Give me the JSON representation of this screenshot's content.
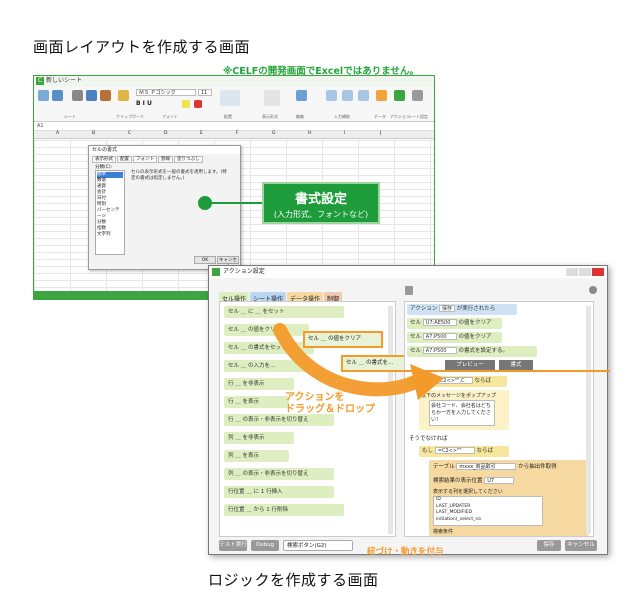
{
  "captions": {
    "top": "画面レイアウトを作成する画面",
    "bottom": "ロジックを作成する画面",
    "note": "※CELFの開発画面でExcelではありません。",
    "drag_drop": "アクションを\nドラッグ＆ドロップ",
    "bind_motion": "紐づけ・動きを付与"
  },
  "colors": {
    "brand_green": "#1e9b3a",
    "accent_orange": "#f39a2a",
    "excel_green": "#3da53f"
  },
  "spreadsheet": {
    "title": "新しいシート",
    "font_name": "ＭＳ Ｐゴシック",
    "font_size": "11",
    "ribbon_groups": [
      "シート",
      "クリップボード",
      "フォント",
      "配置",
      "表示形式",
      "編集",
      "入力補助",
      "データ",
      "アクション",
      "シート設定"
    ],
    "name_box": "A1",
    "columns": [
      "A",
      "B",
      "C",
      "D",
      "E",
      "F",
      "G",
      "H",
      "I",
      "J"
    ]
  },
  "format_dialog": {
    "title": "セルの書式",
    "tabs": [
      "表示形式",
      "配置",
      "フォント",
      "罫線",
      "塗りつぶし"
    ],
    "list_label": "分類(C):",
    "list_items": [
      "標準",
      "数値",
      "通貨",
      "会計",
      "日付",
      "時刻",
      "パーセンテージ",
      "分数",
      "指数",
      "文字列"
    ],
    "selected_index": 0,
    "description": "セルの表示形式を一般の書式を適用します。(特定の書式は指定しません。)",
    "ok": "OK",
    "cancel": "キャンセル"
  },
  "callout": {
    "title": "書式設定",
    "subtitle": "(入力形式、フォントなど)"
  },
  "action_window": {
    "title": "アクション設定",
    "tabs": [
      "セル操作",
      "シート操作",
      "データ操作",
      "制御"
    ],
    "left_blocks": [
      "セル ＿ に ＿ をセット",
      "セル ＿ の値をクリア",
      "セル ＿ の書式をセット",
      "セル ＿ の入力を…",
      "行 ＿ を非表示",
      "行 ＿ を表示",
      "行 ＿ の表示・非表示を切り替え",
      "列 ＿ を非表示",
      "列 ＿ を表示",
      "列 ＿ の表示・非表示を切り替え",
      "行位置 ＿ に 1 行挿入",
      "行位置 ＿ から 1 行削除"
    ],
    "drag_blocks": [
      "セル ＿ の値をクリア",
      "セル ＿ の書式を…"
    ],
    "right_header": {
      "action_label": "アクション",
      "trigger": "保存",
      "trigger_suffix": "が実行されたら"
    },
    "right_rows": [
      {
        "label": "セル",
        "value": "U7:AE500",
        "suffix": "の値をクリア"
      },
      {
        "label": "セル",
        "value": "A7:P500",
        "suffix": "の値をクリア"
      },
      {
        "label": "セル",
        "value": "A7:P500",
        "suffix": "の書式を設定する。"
      }
    ],
    "preview_button": "プレビュー",
    "format_button": "書式",
    "if_row": {
      "prefix": "もし",
      "value": "cond(C2<>\"\",C",
      "suffix": "ならば"
    },
    "popup_label": "以下のメッセージをポップアップ",
    "popup_text": "会社コード、会社名はどちらか一方を入力してください！",
    "else_label": "そうでなければ",
    "if2": {
      "prefix": "もし",
      "value": "=C2<>\"\"",
      "suffix": "ならば"
    },
    "table_row": {
      "label": "テーブル",
      "value": "mxxx_商品取引",
      "suffix": "から抽出件取得"
    },
    "search_row": {
      "label": "検索結果の表示位置",
      "value": "U7"
    },
    "columns_label": "表示する列を選択してください",
    "column_options": [
      "ID",
      "LAST_UPDATER",
      "LAST_MODIFIED",
      "initiation(_select_no"
    ],
    "cond_label": "検索条件",
    "footer": {
      "test_run": "テスト実行",
      "debug": "Debug",
      "select": "検索ボタン(G2)",
      "save": "保存",
      "cancel": "キャンセル"
    }
  }
}
